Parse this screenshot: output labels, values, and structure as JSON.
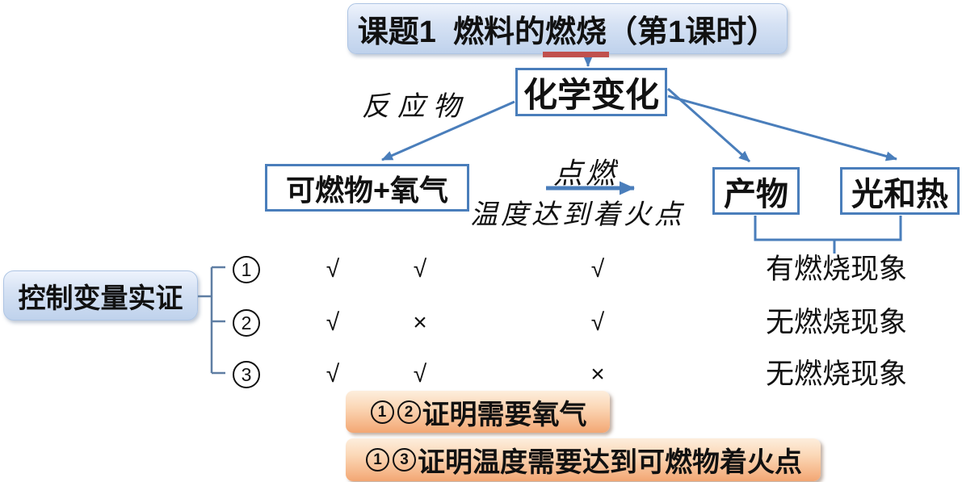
{
  "colors": {
    "accent_blue": "#4a7ebb",
    "bracket_blue": "#5f7ea3",
    "red_underline": "#c0504d",
    "blue_box_fill_top": "#eef3fc",
    "blue_box_fill_bottom": "#bfd2ec",
    "orange_box_fill_top": "#fdeedd",
    "orange_box_fill_bottom": "#f2a673"
  },
  "title": {
    "pre": "课题1  燃料的",
    "underlined": "燃烧",
    "post": "（第1课时）"
  },
  "nodes": {
    "chemical_change": "化学变化",
    "combustible_oxygen": "可燃物+氧气",
    "product": "产物",
    "light_heat": "光和热"
  },
  "labels": {
    "reactants": "反应物",
    "ignite": "点燃",
    "ignition_temperature": "温度达到着火点"
  },
  "left_box": {
    "label": "控制变量实证"
  },
  "rows": [
    {
      "num": "1",
      "marks": [
        "√",
        "√",
        "√"
      ],
      "result": "有燃烧现象"
    },
    {
      "num": "2",
      "marks": [
        "√",
        "×",
        "√"
      ],
      "result": "无燃烧现象"
    },
    {
      "num": "3",
      "marks": [
        "√",
        "√",
        "×"
      ],
      "result": "无燃烧现象"
    }
  ],
  "conclusions": [
    {
      "circles": [
        "1",
        "2"
      ],
      "text": "证明需要氧气"
    },
    {
      "circles": [
        "1",
        "3"
      ],
      "text": "证明温度需要达到可燃物着火点"
    }
  ]
}
